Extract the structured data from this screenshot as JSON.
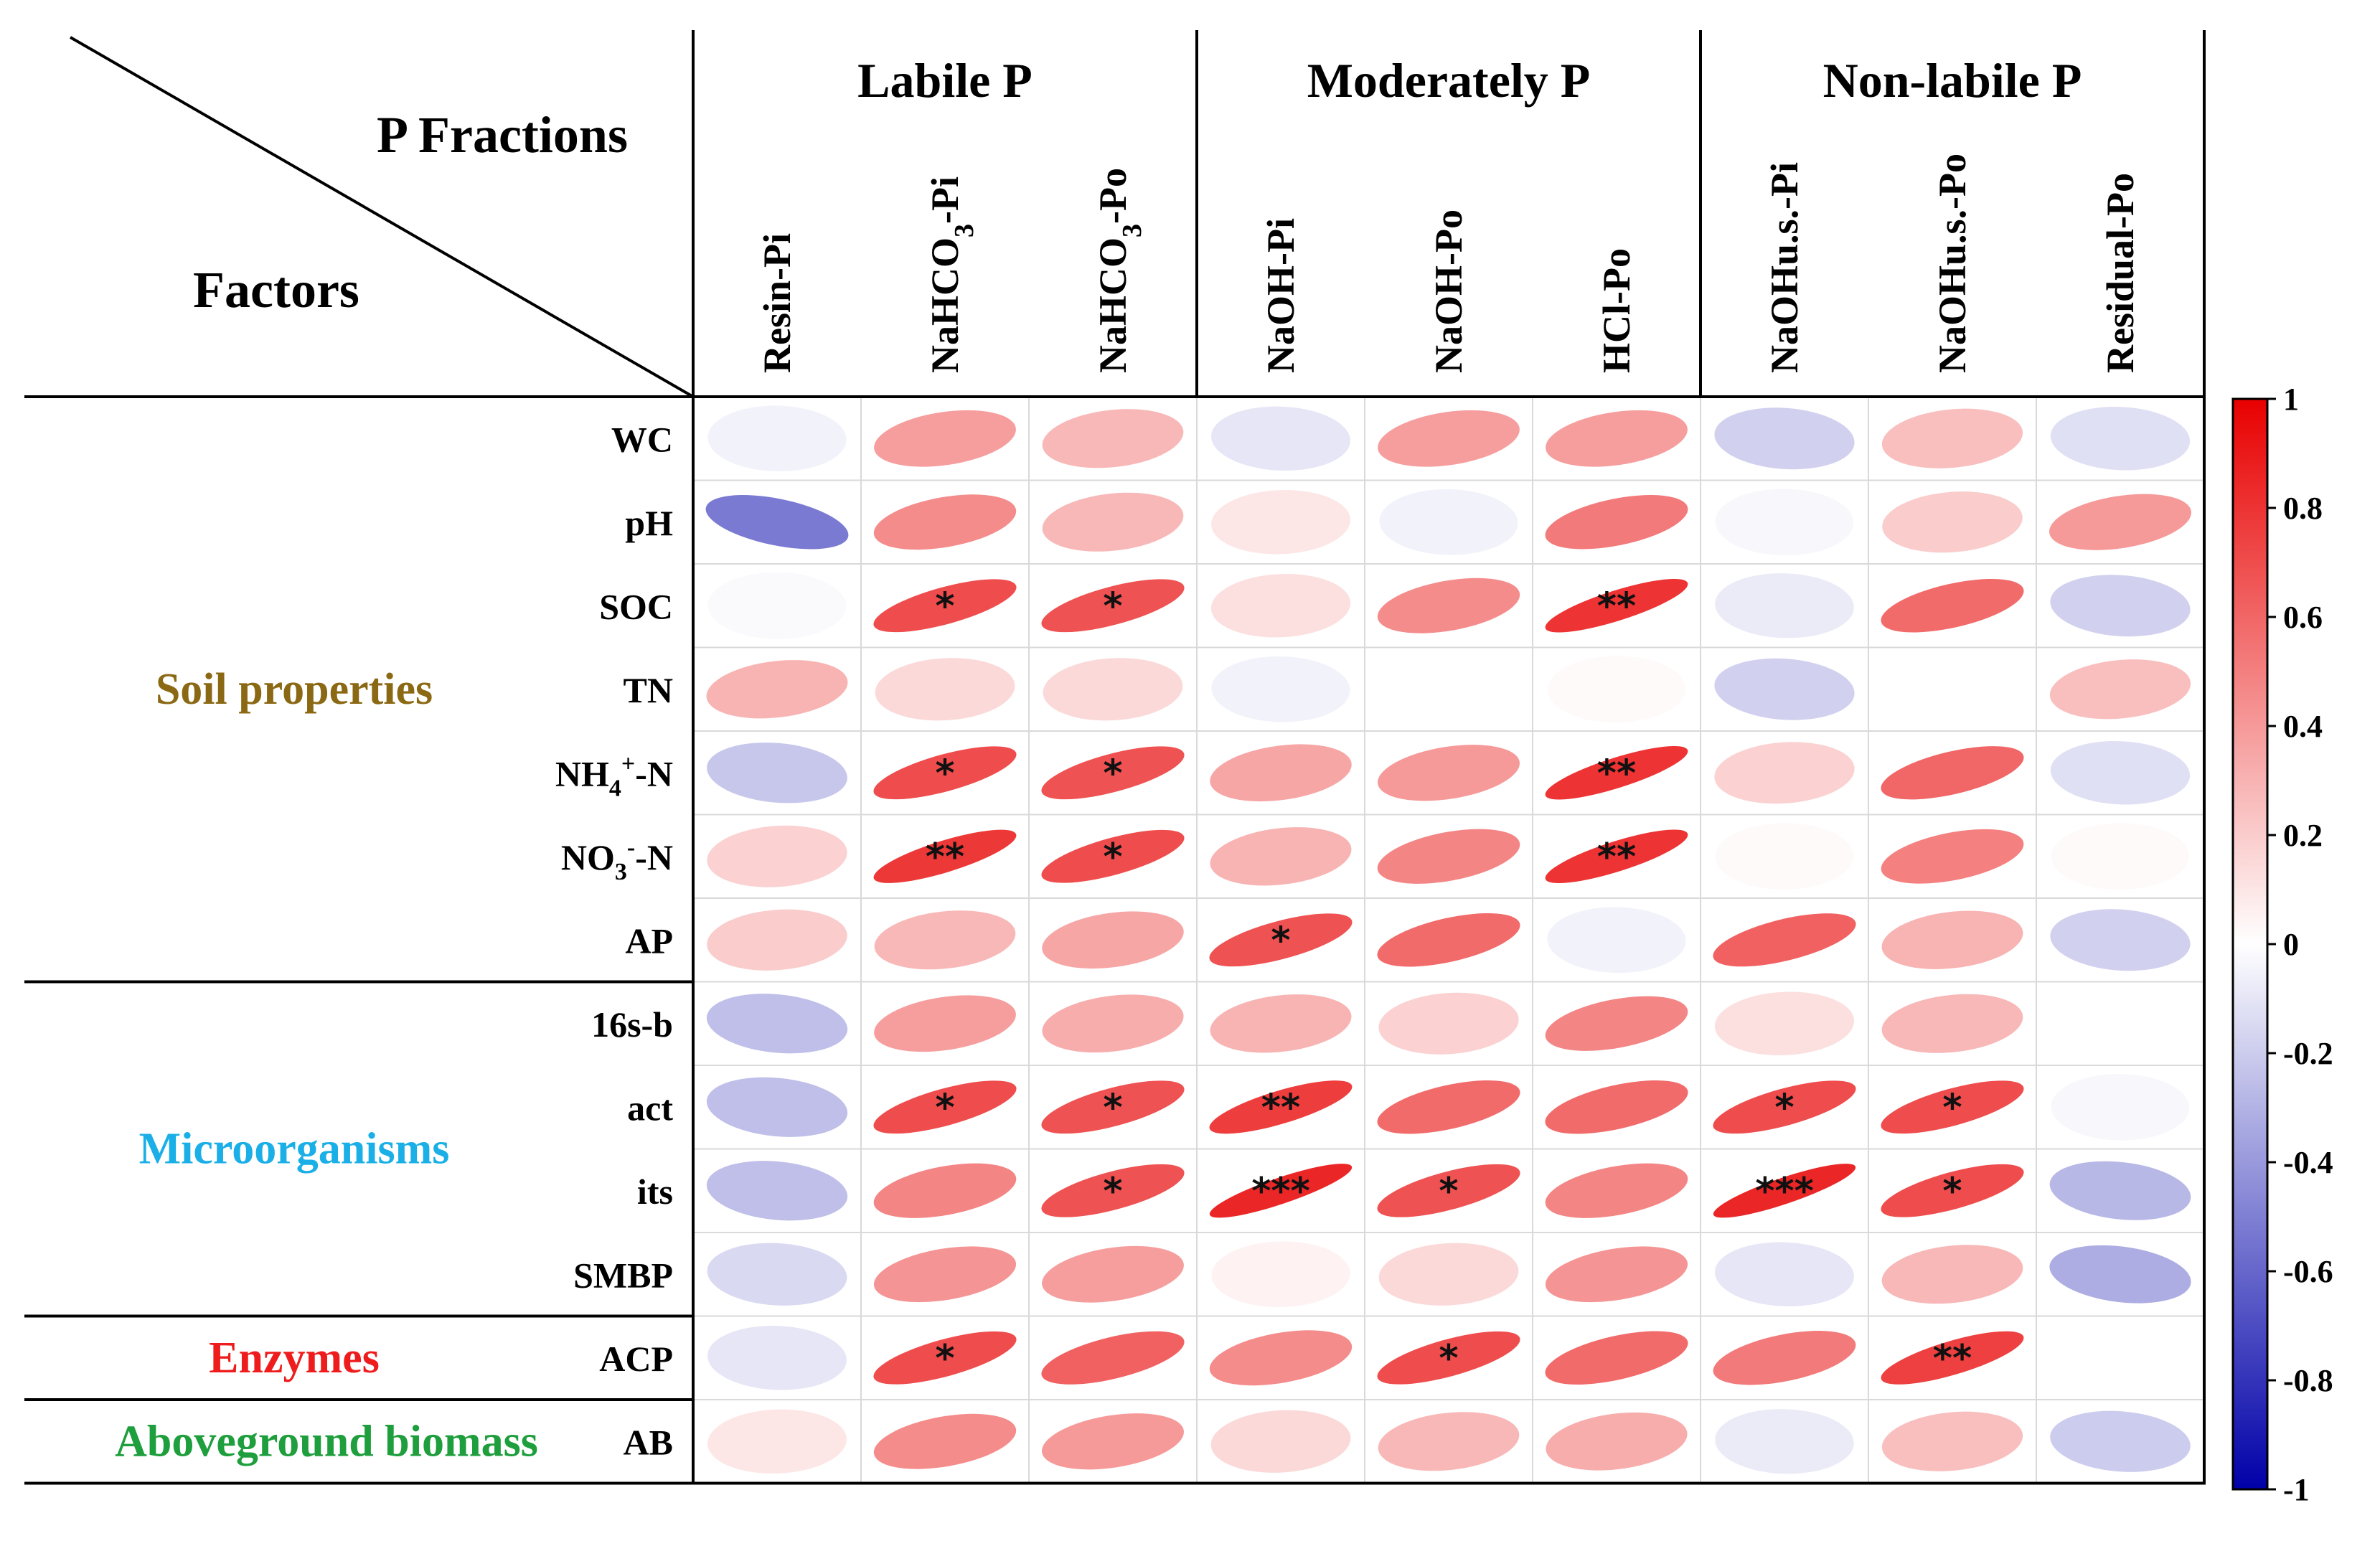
{
  "chart_data": {
    "type": "heatmap",
    "corner_row_title": "P Fractions",
    "corner_col_title": "Factors",
    "column_groups": [
      {
        "label": "Labile P",
        "span": 3
      },
      {
        "label": "Moderately P",
        "span": 3
      },
      {
        "label": "Non-labile P",
        "span": 3
      }
    ],
    "columns": [
      {
        "id": "Resin-Pi",
        "main": "Resin-Pi",
        "sub": "",
        "tail": ""
      },
      {
        "id": "NaHCO3-Pi",
        "main": "NaHCO",
        "sub": "3",
        "tail": "-Pi"
      },
      {
        "id": "NaHCO3-Po",
        "main": "NaHCO",
        "sub": "3",
        "tail": "-Po"
      },
      {
        "id": "NaOH-Pi",
        "main": "NaOH-Pi",
        "sub": "",
        "tail": ""
      },
      {
        "id": "NaOH-Po",
        "main": "NaOH-Po",
        "sub": "",
        "tail": ""
      },
      {
        "id": "HCl-Po",
        "main": "HCl-Po",
        "sub": "",
        "tail": ""
      },
      {
        "id": "NaOHu.s.-Pi",
        "main": "NaOHu.s.-Pi",
        "sub": "",
        "tail": ""
      },
      {
        "id": "NaOHu.s.-Po",
        "main": "NaOHu.s.-Po",
        "sub": "",
        "tail": ""
      },
      {
        "id": "Residual-Po",
        "main": "Residual-Po",
        "sub": "",
        "tail": ""
      }
    ],
    "row_groups": [
      {
        "label": "Soil properties",
        "color": "#8B6914",
        "rows": [
          0,
          6
        ]
      },
      {
        "label": "Microorganisms",
        "color": "#1AAFE6",
        "rows": [
          7,
          10
        ]
      },
      {
        "label": "Enzymes",
        "color": "#EE1C1C",
        "rows": [
          11,
          11
        ]
      },
      {
        "label": "Aboveground biomass",
        "color": "#1E9E3C",
        "rows": [
          12,
          12
        ]
      }
    ],
    "rows": [
      {
        "main": "WC",
        "sup": "",
        "sub": "",
        "tail": ""
      },
      {
        "main": "pH",
        "sup": "",
        "sub": "",
        "tail": ""
      },
      {
        "main": "SOC",
        "sup": "",
        "sub": "",
        "tail": ""
      },
      {
        "main": "TN",
        "sup": "",
        "sub": "",
        "tail": ""
      },
      {
        "main": "NH",
        "sup": "+",
        "sub": "4",
        "tail": "-N"
      },
      {
        "main": "NO",
        "sup": "-",
        "sub": "3",
        "tail": "-N"
      },
      {
        "main": "AP",
        "sup": "",
        "sub": "",
        "tail": ""
      },
      {
        "main": "16s-b",
        "sup": "",
        "sub": "",
        "tail": ""
      },
      {
        "main": "act",
        "sup": "",
        "sub": "",
        "tail": ""
      },
      {
        "main": "its",
        "sup": "",
        "sub": "",
        "tail": ""
      },
      {
        "main": "SMBP",
        "sup": "",
        "sub": "",
        "tail": ""
      },
      {
        "main": "ACP",
        "sup": "",
        "sub": "",
        "tail": ""
      },
      {
        "main": "AB",
        "sup": "",
        "sub": "",
        "tail": ""
      }
    ],
    "values": [
      [
        -0.05,
        0.38,
        0.28,
        -0.1,
        0.38,
        0.38,
        -0.18,
        0.25,
        -0.12
      ],
      [
        -0.52,
        0.45,
        0.28,
        0.1,
        -0.05,
        0.52,
        -0.03,
        0.2,
        0.4
      ],
      [
        -0.02,
        0.7,
        0.68,
        0.12,
        0.45,
        0.8,
        -0.08,
        0.58,
        -0.18
      ],
      [
        0.3,
        0.15,
        0.15,
        -0.05,
        0.0,
        0.02,
        -0.18,
        0.0,
        0.25
      ],
      [
        -0.22,
        0.7,
        0.68,
        0.35,
        0.4,
        0.8,
        0.18,
        0.6,
        -0.12
      ],
      [
        0.18,
        0.78,
        0.7,
        0.3,
        0.48,
        0.8,
        0.02,
        0.5,
        0.02
      ],
      [
        0.2,
        0.28,
        0.35,
        0.68,
        0.58,
        -0.05,
        0.62,
        0.3,
        -0.18
      ],
      [
        -0.25,
        0.38,
        0.32,
        0.3,
        0.18,
        0.48,
        0.12,
        0.28,
        0.0
      ],
      [
        -0.25,
        0.7,
        0.68,
        0.76,
        0.58,
        0.58,
        0.7,
        0.7,
        -0.03
      ],
      [
        -0.25,
        0.48,
        0.68,
        0.85,
        0.68,
        0.48,
        0.85,
        0.7,
        -0.28
      ],
      [
        -0.15,
        0.42,
        0.38,
        0.05,
        0.15,
        0.42,
        -0.1,
        0.28,
        -0.32
      ],
      [
        -0.1,
        0.7,
        0.62,
        0.45,
        0.7,
        0.58,
        0.52,
        0.75,
        0.0
      ],
      [
        0.1,
        0.45,
        0.4,
        0.15,
        0.28,
        0.32,
        -0.08,
        0.25,
        -0.2
      ]
    ],
    "significance": [
      [
        "",
        "",
        "",
        "",
        "",
        "",
        "",
        "",
        ""
      ],
      [
        "",
        "",
        "",
        "",
        "",
        "",
        "",
        "",
        ""
      ],
      [
        "",
        "*",
        "*",
        "",
        "",
        "**",
        "",
        "",
        ""
      ],
      [
        "",
        "",
        "",
        "",
        "",
        "",
        "",
        "",
        ""
      ],
      [
        "",
        "*",
        "*",
        "",
        "",
        "**",
        "",
        "",
        ""
      ],
      [
        "",
        "**",
        "*",
        "",
        "",
        "**",
        "",
        "",
        ""
      ],
      [
        "",
        "",
        "",
        "*",
        "",
        "",
        "",
        "",
        ""
      ],
      [
        "",
        "",
        "",
        "",
        "",
        "",
        "",
        "",
        ""
      ],
      [
        "",
        "*",
        "*",
        "**",
        "",
        "",
        "*",
        "*",
        ""
      ],
      [
        "",
        "",
        "*",
        "***",
        "*",
        "",
        "***",
        "*",
        ""
      ],
      [
        "",
        "",
        "",
        "",
        "",
        "",
        "",
        "",
        ""
      ],
      [
        "",
        "*",
        "",
        "",
        "*",
        "",
        "",
        "**",
        ""
      ],
      [
        "",
        "",
        "",
        "",
        "",
        "",
        "",
        "",
        ""
      ]
    ],
    "colorbar": {
      "range": [
        -1,
        1
      ],
      "ticks": [
        "1",
        "0.8",
        "0.6",
        "0.4",
        "0.2",
        "0",
        "-0.2",
        "-0.4",
        "-0.6",
        "-0.8",
        "-1"
      ],
      "colors": {
        "neg": "#0000A8",
        "zero": "#FFFFFF",
        "pos": "#E80000"
      }
    }
  }
}
